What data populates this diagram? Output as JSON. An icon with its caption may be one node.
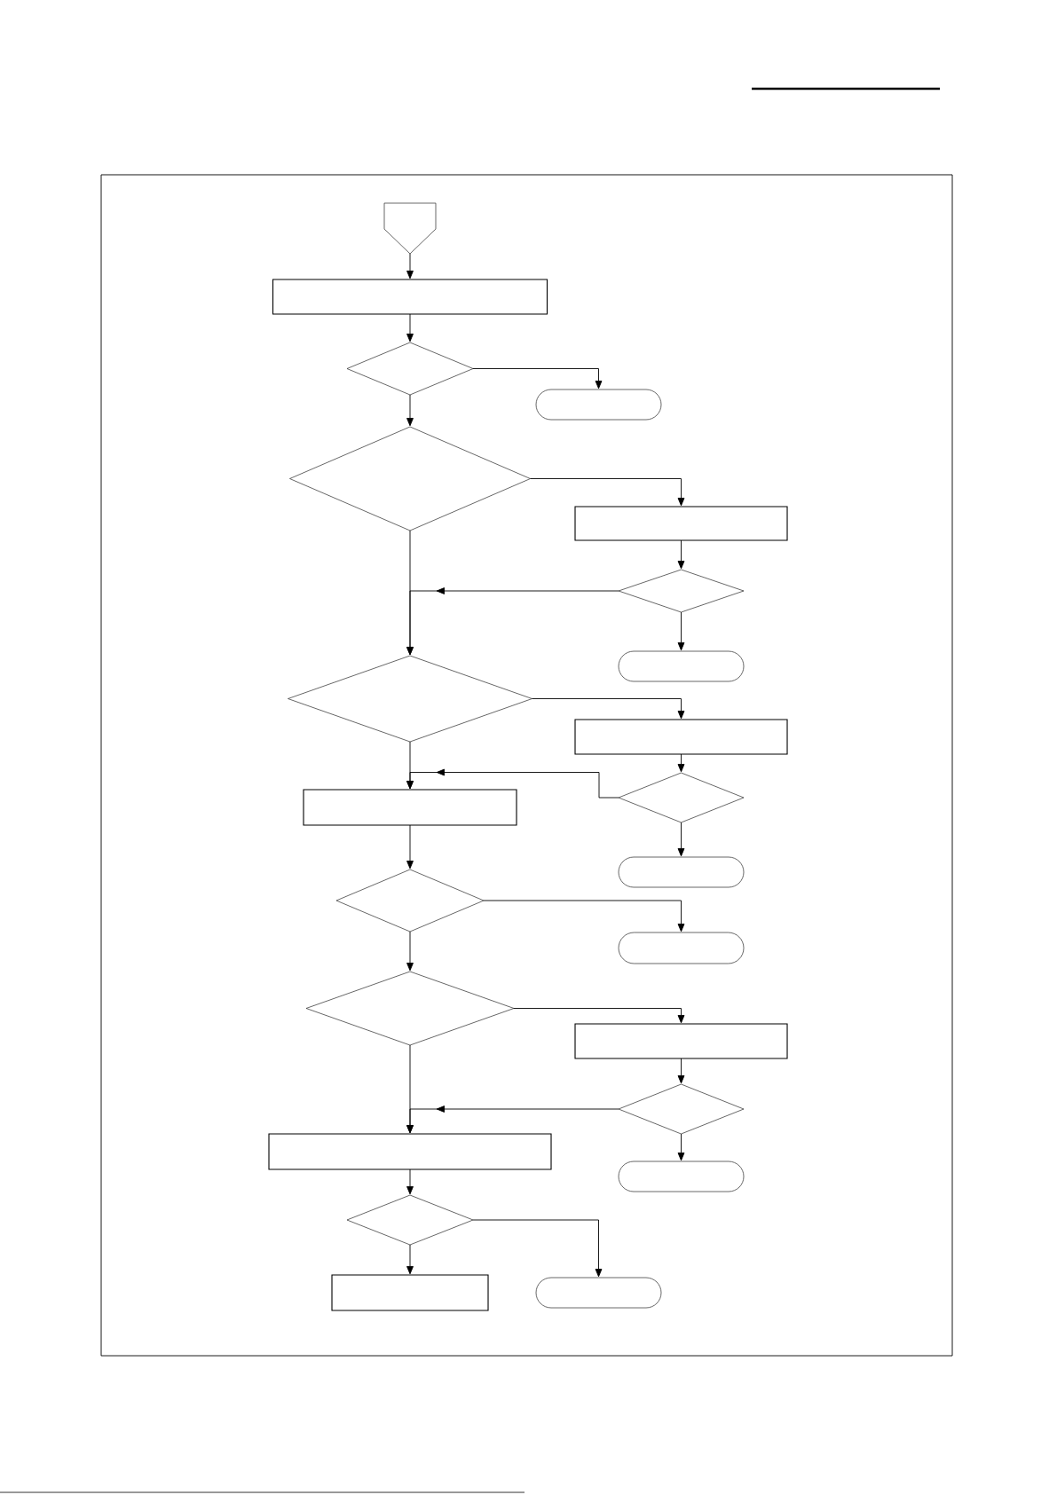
{
  "diagram": {
    "nodes": [
      {
        "text": [],
        "shape": "pentagon"
      },
      {
        "text": [],
        "shape": "box"
      },
      {
        "text": [],
        "shape": "diamond"
      },
      {
        "text": [],
        "shape": "stadium"
      },
      {
        "text": [],
        "shape": "diamond"
      },
      {
        "text": [],
        "shape": "box"
      },
      {
        "text": [],
        "shape": "diamond"
      },
      {
        "text": [],
        "shape": "stadium"
      },
      {
        "text": [],
        "shape": "diamond"
      },
      {
        "text": [],
        "shape": "box"
      },
      {
        "text": [],
        "shape": "diamond"
      },
      {
        "text": [],
        "shape": "box"
      },
      {
        "text": [],
        "shape": "stadium"
      },
      {
        "text": [],
        "shape": "diamond"
      },
      {
        "text": [],
        "shape": "stadium"
      },
      {
        "text": [],
        "shape": "diamond"
      },
      {
        "text": [],
        "shape": "box"
      },
      {
        "text": [],
        "shape": "diamond"
      },
      {
        "text": [],
        "shape": "box"
      },
      {
        "text": [],
        "shape": "stadium"
      },
      {
        "text": [],
        "shape": "diamond"
      },
      {
        "text": [],
        "shape": "box"
      },
      {
        "text": [],
        "shape": "stadium"
      }
    ],
    "edges": [
      {
        "from": 0,
        "to": 1,
        "arrow": "to"
      },
      {
        "from": 1,
        "to": 2,
        "arrow": "to"
      },
      {
        "from": 2,
        "to": 3,
        "arrow": "to"
      },
      {
        "from": 2,
        "to": 4,
        "arrow": "to"
      },
      {
        "from": 4,
        "to": 5,
        "arrow": "to"
      },
      {
        "from": 4,
        "to": 8,
        "arrow": "to"
      },
      {
        "from": 5,
        "to": 6,
        "arrow": "to"
      },
      {
        "from": 6,
        "to": 8,
        "arrow": "to"
      },
      {
        "from": 6,
        "to": 7,
        "arrow": "to"
      },
      {
        "from": 8,
        "to": 9,
        "arrow": "to"
      },
      {
        "from": 8,
        "to": 11,
        "arrow": "to"
      },
      {
        "from": 9,
        "to": 10,
        "arrow": "to"
      },
      {
        "from": 10,
        "to": 11,
        "arrow": "to"
      },
      {
        "from": 10,
        "to": 12,
        "arrow": "to"
      },
      {
        "from": 11,
        "to": 13,
        "arrow": "to"
      },
      {
        "from": 13,
        "to": 14,
        "arrow": "to"
      },
      {
        "from": 13,
        "to": 15,
        "arrow": "to"
      },
      {
        "from": 15,
        "to": 16,
        "arrow": "to"
      },
      {
        "from": 15,
        "to": 18,
        "arrow": "to"
      },
      {
        "from": 16,
        "to": 17,
        "arrow": "to"
      },
      {
        "from": 17,
        "to": 18,
        "arrow": "to"
      },
      {
        "from": 17,
        "to": 19,
        "arrow": "to"
      },
      {
        "from": 18,
        "to": 20,
        "arrow": "to"
      },
      {
        "from": 20,
        "to": 22,
        "arrow": "to"
      },
      {
        "from": 20,
        "to": 21,
        "arrow": "to"
      }
    ]
  }
}
